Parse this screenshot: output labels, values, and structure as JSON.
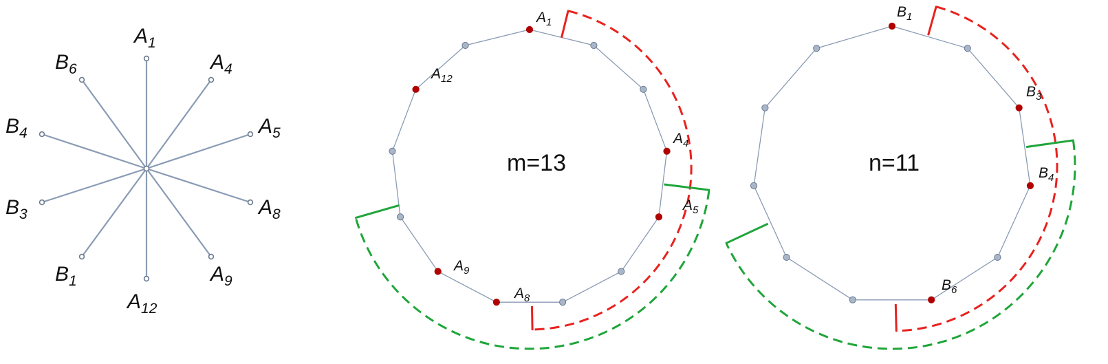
{
  "colors": {
    "line": "#8a9bb4",
    "vertex_fill": "#a9b6c9",
    "vertex_stroke": "#6b7a90",
    "highlight": "#b00000",
    "red_bracket": "#e8221e",
    "green_bracket": "#1fa53a"
  },
  "star": {
    "labels": [
      {
        "letter": "A",
        "sub": "1"
      },
      {
        "letter": "A",
        "sub": "4"
      },
      {
        "letter": "A",
        "sub": "5"
      },
      {
        "letter": "A",
        "sub": "8"
      },
      {
        "letter": "A",
        "sub": "9"
      },
      {
        "letter": "A",
        "sub": "12"
      },
      {
        "letter": "B",
        "sub": "1"
      },
      {
        "letter": "B",
        "sub": "3"
      },
      {
        "letter": "B",
        "sub": "4"
      },
      {
        "letter": "B",
        "sub": "6"
      }
    ]
  },
  "polygon_m": {
    "center_label": "m=13",
    "labels": [
      {
        "letter": "A",
        "sub": "1"
      },
      {
        "letter": "A",
        "sub": "4"
      },
      {
        "letter": "A",
        "sub": "5"
      },
      {
        "letter": "A",
        "sub": "8"
      },
      {
        "letter": "A",
        "sub": "9"
      },
      {
        "letter": "A",
        "sub": "12"
      }
    ]
  },
  "polygon_n": {
    "center_label": "n=11",
    "labels": [
      {
        "letter": "B",
        "sub": "1"
      },
      {
        "letter": "B",
        "sub": "3"
      },
      {
        "letter": "B",
        "sub": "4"
      },
      {
        "letter": "B",
        "sub": "6"
      }
    ]
  }
}
